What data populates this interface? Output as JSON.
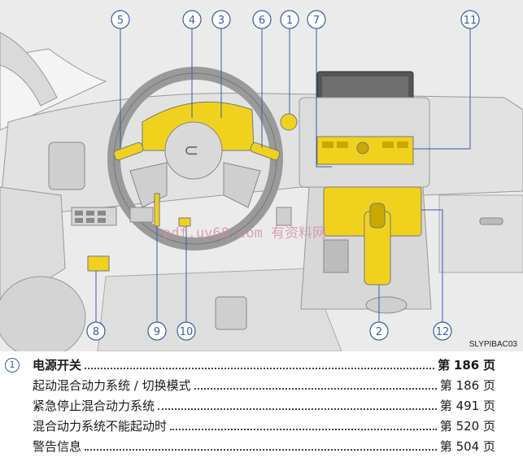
{
  "figure": {
    "image_code": "SLYPIBAC03",
    "watermark": "pdf.uv68.com 有资料网",
    "callouts": [
      "5",
      "4",
      "3",
      "6",
      "1",
      "7",
      "11",
      "8",
      "9",
      "10",
      "2",
      "12"
    ]
  },
  "index_entries": [
    {
      "number": "1",
      "label": "电源开关",
      "page_prefix": "第",
      "page": "186",
      "page_suffix": "页"
    },
    {
      "number": "",
      "label": "起动混合动力系统 / 切换模式",
      "page_prefix": "第",
      "page": "186",
      "page_suffix": "页"
    },
    {
      "number": "",
      "label": "紧急停止混合动力系统",
      "page_prefix": "第",
      "page": "491",
      "page_suffix": "页"
    },
    {
      "number": "",
      "label": "混合动力系统不能起动时",
      "page_prefix": "第",
      "page": "520",
      "page_suffix": "页"
    },
    {
      "number": "",
      "label": "警告信息",
      "page_prefix": "第",
      "page": "504",
      "page_suffix": "页"
    }
  ],
  "colors": {
    "highlight": "#f0d21e",
    "callout": "#3a5f9f",
    "background_panel": "#eeeeee"
  }
}
